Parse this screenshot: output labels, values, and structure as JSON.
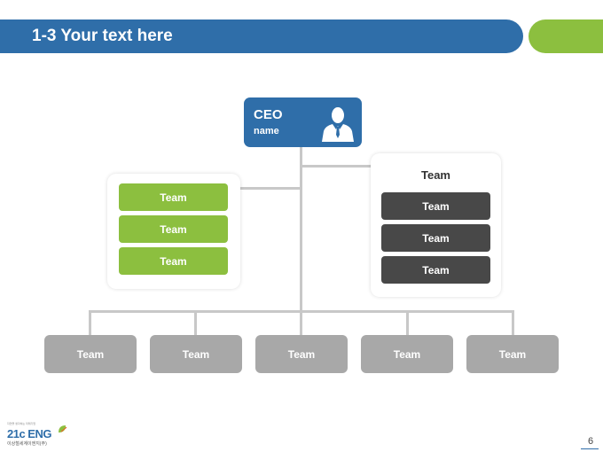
{
  "header": {
    "title": "1-3 Your text here"
  },
  "ceo": {
    "title": "CEO",
    "name": "name"
  },
  "left_panel": {
    "items": [
      "Team",
      "Team",
      "Team"
    ]
  },
  "right_panel": {
    "title": "Team",
    "items": [
      "Team",
      "Team",
      "Team"
    ]
  },
  "bottom": {
    "items": [
      "Team",
      "Team",
      "Team",
      "Team",
      "Team"
    ]
  },
  "footer": {
    "logo_text": "21c ENG",
    "logo_tagline": "이상철세계이엔지(주)",
    "logo_small_text": "자연을 생각하는 미래기업",
    "page_number": "6"
  },
  "colors": {
    "blue": "#2f6ea9",
    "green": "#8cbf3f",
    "dark": "#484848",
    "gray": "#a8a8a8",
    "connector": "#c8c8c8"
  },
  "icons": {
    "ceo": "businessman-icon"
  }
}
